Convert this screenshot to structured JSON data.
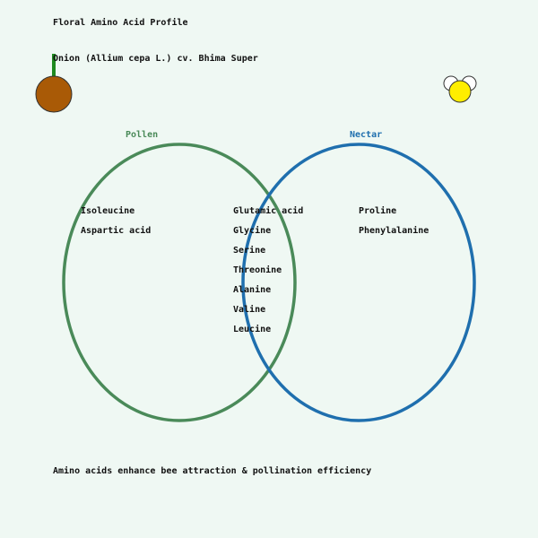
{
  "title": "Floral Amino Acid Profile",
  "subtitle": "Onion (Allium cepa L.) cv. Bhima Super",
  "sets": {
    "pollen": {
      "label": "Pollen",
      "color": "#4a8a59"
    },
    "nectar": {
      "label": "Nectar",
      "color": "#1f6fae"
    }
  },
  "pollen_only": [
    "Isoleucine",
    "Aspartic acid"
  ],
  "shared": [
    "Glutamic acid",
    "Glycine",
    "Serine",
    "Threonine",
    "Alanine",
    "Valine",
    "Leucine"
  ],
  "nectar_only": [
    "Proline",
    "Phenylalanine"
  ],
  "footer": "Amino acids enhance bee attraction & pollination efficiency",
  "icons": {
    "onion": "onion-icon",
    "bee": "bee-icon"
  }
}
